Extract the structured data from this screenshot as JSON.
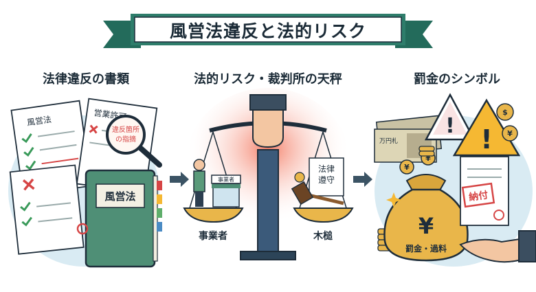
{
  "banner": {
    "title": "風営法違反と法的リスク"
  },
  "sections": [
    {
      "title": "法律違反の書類",
      "doc_labels": {
        "doc1": "風営法",
        "doc2": "営業許可",
        "magnifier": "違反箇所の指摘",
        "book": "風営法"
      }
    },
    {
      "title": "法的リスク・裁判所の天秤",
      "labels": {
        "shop_sign": "事業者",
        "scroll": "法律遵守",
        "left_pan": "事業者",
        "right_pan": "木槌"
      }
    },
    {
      "title": "罰金のシンボル",
      "labels": {
        "banknote": "万円札",
        "invoice": "納付",
        "bag": "罰金・過料"
      }
    }
  ],
  "colors": {
    "banner": "#2e7d6b",
    "navy": "#1e2d3a",
    "green": "#5a9a7a",
    "gold": "#e9b64a",
    "red": "#d64545",
    "light_blue": "#d9ebf3",
    "warning": "#f5b833"
  }
}
